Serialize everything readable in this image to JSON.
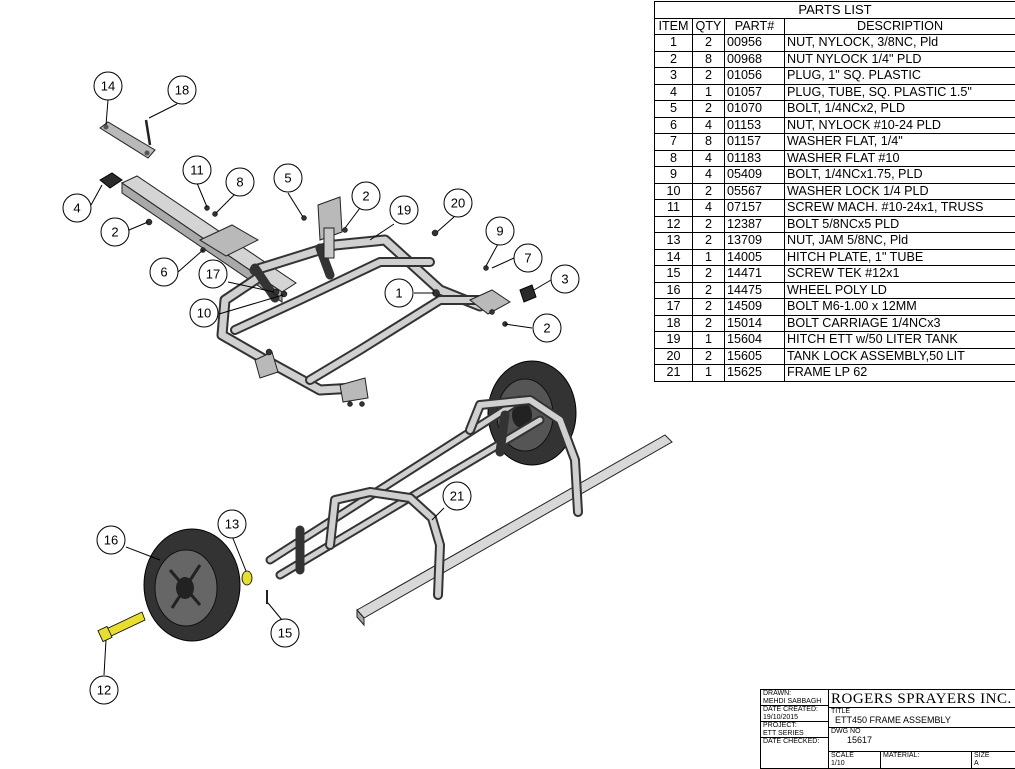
{
  "parts_list": {
    "title": "PARTS LIST",
    "headers": [
      "ITEM",
      "QTY",
      "PART#",
      "DESCRIPTION"
    ],
    "rows": [
      {
        "item": "1",
        "qty": "2",
        "part": "00956",
        "desc": "NUT, NYLOCK, 3/8NC, Pld"
      },
      {
        "item": "2",
        "qty": "8",
        "part": "00968",
        "desc": "NUT NYLOCK 1/4\" PLD"
      },
      {
        "item": "3",
        "qty": "2",
        "part": "01056",
        "desc": "PLUG, 1\" SQ. PLASTIC"
      },
      {
        "item": "4",
        "qty": "1",
        "part": "01057",
        "desc": "PLUG, TUBE, SQ. PLASTIC 1.5\""
      },
      {
        "item": "5",
        "qty": "2",
        "part": "01070",
        "desc": "BOLT, 1/4NCx2, PLD"
      },
      {
        "item": "6",
        "qty": "4",
        "part": "01153",
        "desc": "NUT, NYLOCK #10-24 PLD"
      },
      {
        "item": "7",
        "qty": "8",
        "part": "01157",
        "desc": "WASHER FLAT, 1/4\""
      },
      {
        "item": "8",
        "qty": "4",
        "part": "01183",
        "desc": "WASHER FLAT #10"
      },
      {
        "item": "9",
        "qty": "4",
        "part": "05409",
        "desc": "BOLT, 1/4NCx1.75, PLD"
      },
      {
        "item": "10",
        "qty": "2",
        "part": "05567",
        "desc": "WASHER LOCK 1/4 PLD"
      },
      {
        "item": "11",
        "qty": "4",
        "part": "07157",
        "desc": "SCREW MACH. #10-24x1, TRUSS"
      },
      {
        "item": "12",
        "qty": "2",
        "part": "12387",
        "desc": "BOLT 5/8NCx5 PLD"
      },
      {
        "item": "13",
        "qty": "2",
        "part": "13709",
        "desc": "NUT, JAM 5/8NC, Pld"
      },
      {
        "item": "14",
        "qty": "1",
        "part": "14005",
        "desc": "HITCH PLATE, 1\" TUBE"
      },
      {
        "item": "15",
        "qty": "2",
        "part": "14471",
        "desc": "SCREW TEK #12x1"
      },
      {
        "item": "16",
        "qty": "2",
        "part": "14475",
        "desc": "WHEEL POLY LD"
      },
      {
        "item": "17",
        "qty": "2",
        "part": "14509",
        "desc": "BOLT M6-1.00 x 12MM"
      },
      {
        "item": "18",
        "qty": "2",
        "part": "15014",
        "desc": "BOLT CARRIAGE 1/4NCx3"
      },
      {
        "item": "19",
        "qty": "1",
        "part": "15604",
        "desc": "HITCH ETT w/50 LITER TANK"
      },
      {
        "item": "20",
        "qty": "2",
        "part": "15605",
        "desc": "TANK LOCK ASSEMBLY,50 LIT"
      },
      {
        "item": "21",
        "qty": "1",
        "part": "15625",
        "desc": "FRAME LP 62"
      }
    ]
  },
  "callouts": {
    "c1": "1",
    "c2a": "2",
    "c2b": "2",
    "c2c": "2",
    "c3": "3",
    "c4": "4",
    "c5": "5",
    "c6": "6",
    "c7": "7",
    "c8": "8",
    "c9": "9",
    "c10": "10",
    "c11": "11",
    "c12": "12",
    "c13": "13",
    "c14": "14",
    "c15": "15",
    "c16": "16",
    "c17": "17",
    "c18": "18",
    "c19": "19",
    "c20": "20",
    "c21": "21"
  },
  "title_block": {
    "drawn_label": "DRAWN:",
    "drawn_by": "MEHDI SABBAGH",
    "date_created_label": "DATE CREATED:",
    "date_created": "19/10/2015",
    "project_label": "PROJECT:",
    "project": "ETT SERIES",
    "date_checked_label": "DATE CHECKED:",
    "company": "ROGERS SPRAYERS INC.",
    "title_label": "TITLE",
    "title": "ETT450 FRAME ASSEMBLY",
    "dwg_label": "DWG NO",
    "dwg_no": "15617",
    "scale_label": "SCALE",
    "scale": "1/10",
    "material_label": "MATERIAL:",
    "size_label": "SIZE",
    "size": "A"
  },
  "colors": {
    "bolt_yellow": "#e7de2e",
    "tube_steel": "#c8c8c8",
    "wheel_dark": "#2a2a2a"
  }
}
